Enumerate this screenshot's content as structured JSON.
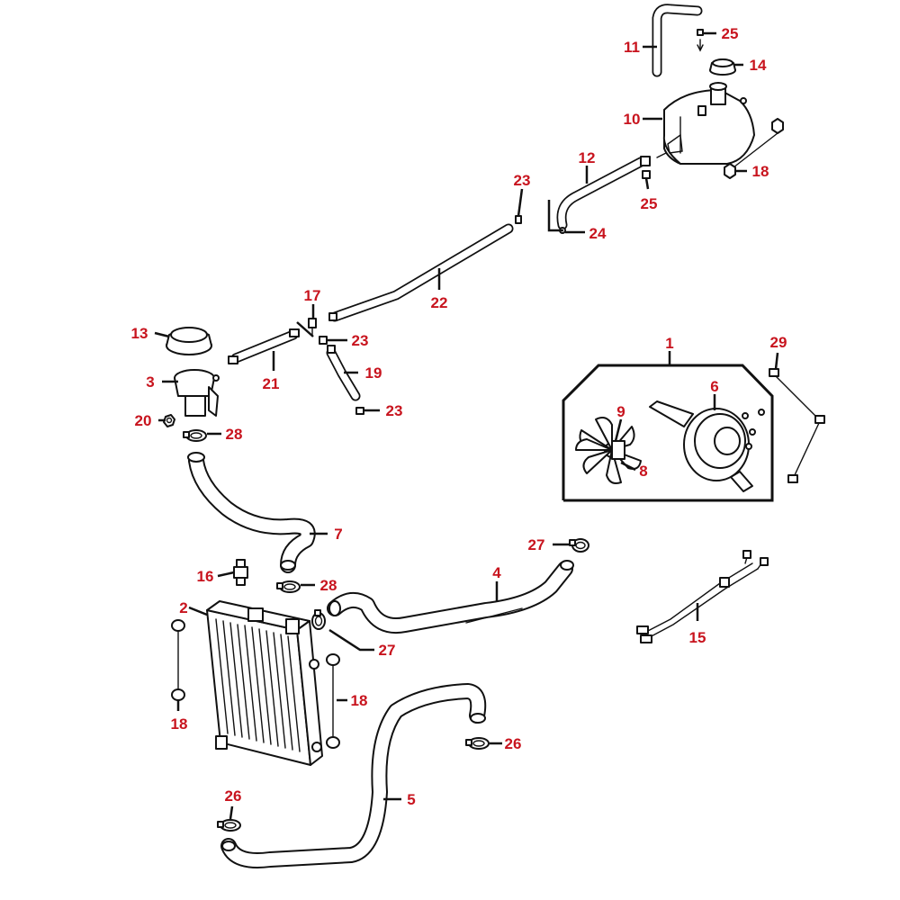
{
  "diagram": {
    "callouts": {
      "c1": "1",
      "c2": "2",
      "c3": "3",
      "c4": "4",
      "c5": "5",
      "c6": "6",
      "c7": "7",
      "c8": "8",
      "c9": "9",
      "c10": "10",
      "c11": "11",
      "c12": "12",
      "c13": "13",
      "c14": "14",
      "c15": "15",
      "c16": "16",
      "c17": "17",
      "c18a": "18",
      "c18b": "18",
      "c18c": "18",
      "c19": "19",
      "c20": "20",
      "c21": "21",
      "c22": "22",
      "c23a": "23",
      "c23b": "23",
      "c23c": "23",
      "c24": "24",
      "c25a": "25",
      "c25b": "25",
      "c26a": "26",
      "c26b": "26",
      "c27a": "27",
      "c27b": "27",
      "c28a": "28",
      "c28b": "28",
      "c29": "29"
    },
    "colors": {
      "callout": "#c8141e",
      "line": "#111111",
      "background": "#ffffff"
    }
  }
}
